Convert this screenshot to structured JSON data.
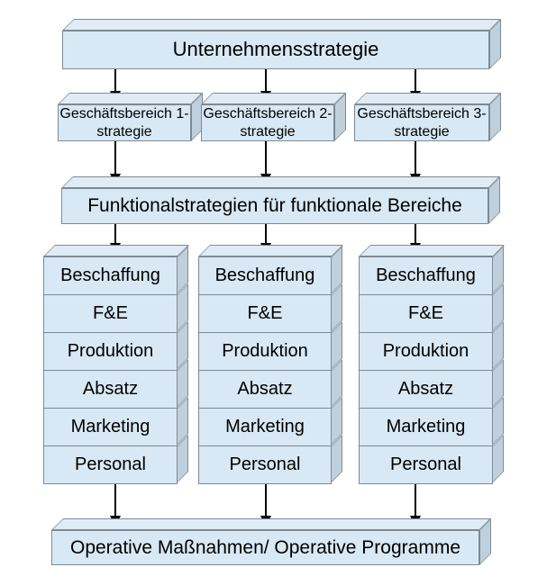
{
  "palette": {
    "background": "#ffffff",
    "front_face": "#d8e8f4",
    "top_face": "#dfecf6",
    "side_face": "#c0cfdc",
    "border": "#7d8a94",
    "arrow": "#000000",
    "text": "#000000"
  },
  "boxes": {
    "corporate": {
      "label": "Unternehmensstrategie"
    },
    "business_units": [
      {
        "line1": "Geschäftsbereich 1-",
        "line2": "strategie"
      },
      {
        "line1": "Geschäftsbereich 2-",
        "line2": "strategie"
      },
      {
        "line1": "Geschäftsbereich 3-",
        "line2": "strategie"
      }
    ],
    "functional": {
      "label": "Funktionalstrategien für funktionale Bereiche"
    },
    "operational": {
      "label": "Operative Maßnahmen/ Operative Programme"
    }
  },
  "columns": [
    {
      "cells": [
        "Beschaffung",
        "F&E",
        "Produktion",
        "Absatz",
        "Marketing",
        "Personal"
      ]
    },
    {
      "cells": [
        "Beschaffung",
        "F&E",
        "Produktion",
        "Absatz",
        "Marketing",
        "Personal"
      ]
    },
    {
      "cells": [
        "Beschaffung",
        "F&E",
        "Produktion",
        "Absatz",
        "Marketing",
        "Personal"
      ]
    }
  ]
}
